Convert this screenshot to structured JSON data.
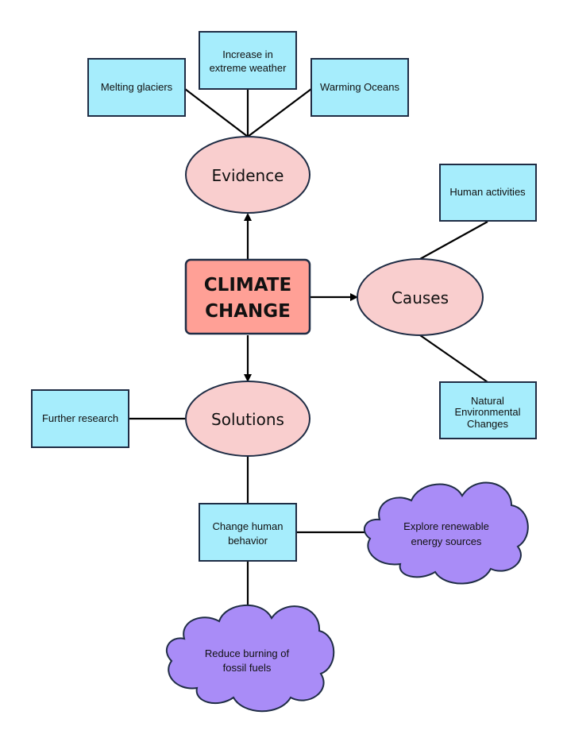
{
  "colors": {
    "center_fill": "#FFA096",
    "ellipse_fill": "#F9CECE",
    "box_fill": "#A6EDFC",
    "cloud_fill": "#A98CF7",
    "stroke": "#1F2D45",
    "line": "#000000"
  },
  "center": {
    "line1": "CLIMATE",
    "line2": "CHANGE"
  },
  "branches": {
    "evidence": "Evidence",
    "causes": "Causes",
    "solutions": "Solutions"
  },
  "evidence_items": {
    "melting": "Melting glaciers",
    "weather_line1": "Increase in",
    "weather_line2": "extreme weather",
    "oceans": "Warming Oceans"
  },
  "cause_items": {
    "human": "Human activities",
    "natural_line1": "Natural",
    "natural_line2": "Environmental",
    "natural_line3": "Changes"
  },
  "solution_items": {
    "research": "Further research",
    "behavior_line1": "Change human",
    "behavior_line2": "behavior",
    "renewable_line1": "Explore renewable",
    "renewable_line2": "energy sources",
    "fossil_line1": "Reduce burning of",
    "fossil_line2": "fossil fuels"
  }
}
